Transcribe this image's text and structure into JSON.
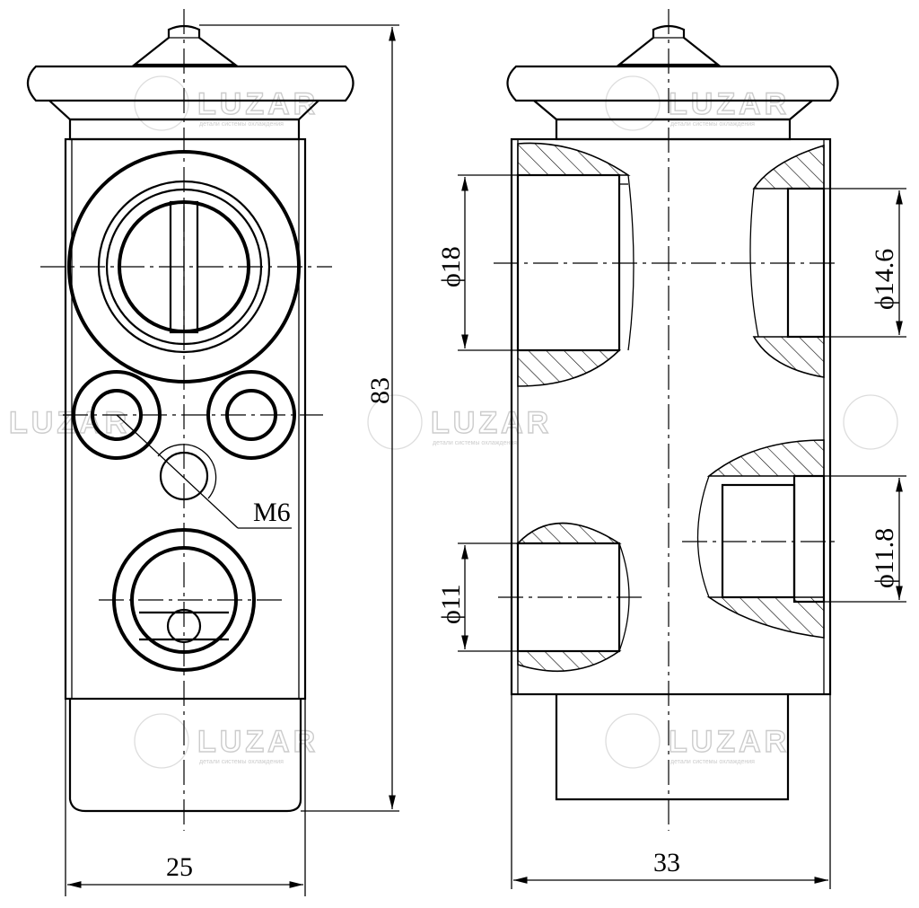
{
  "title": "Expansion valve technical drawing",
  "watermark": {
    "brand": "LUZAR",
    "tagline": "детали системы охлаждения"
  },
  "dimensions": {
    "width_front": "25",
    "width_side": "33",
    "height": "83",
    "thread": "M6",
    "bore_top_left": "ϕ18",
    "bore_top_right": "ϕ14.6",
    "bore_bottom_right": "ϕ11.8",
    "bore_bottom_left": "ϕ11"
  }
}
